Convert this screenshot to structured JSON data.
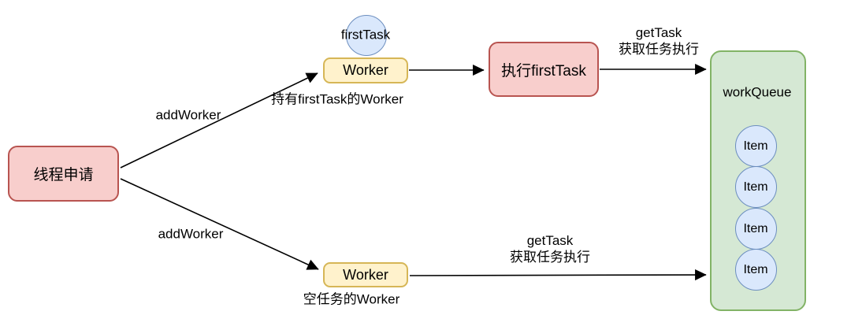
{
  "diagram": {
    "type": "flowchart",
    "nodes": {
      "thread_request": {
        "label": "线程申请"
      },
      "first_task_circle": {
        "label": "firstTask"
      },
      "worker_top": {
        "label": "Worker"
      },
      "worker_bottom": {
        "label": "Worker"
      },
      "exec_first_task": {
        "label": "执行firstTask"
      },
      "work_queue": {
        "label": "workQueue"
      },
      "queue_items": [
        "Item",
        "Item",
        "Item",
        "Item"
      ]
    },
    "edge_labels": {
      "add_worker_top": "addWorker",
      "add_worker_bottom": "addWorker",
      "get_task_top": {
        "line1": "getTask",
        "line2": "获取任务执行"
      },
      "get_task_bottom": {
        "line1": "getTask",
        "line2": "获取任务执行"
      }
    },
    "annotations": {
      "worker_top_note": "持有firstTask的Worker",
      "worker_bottom_note": "空任务的Worker"
    },
    "colors": {
      "pink_fill": "#f8cecc",
      "pink_stroke": "#b85450",
      "yellow_fill": "#fff2cc",
      "yellow_stroke": "#d6b656",
      "blue_fill": "#dae8fc",
      "blue_stroke": "#6c8ebf",
      "green_fill": "#d5e8d4",
      "green_stroke": "#82b366",
      "arrow": "#000000",
      "background": "#ffffff"
    }
  }
}
